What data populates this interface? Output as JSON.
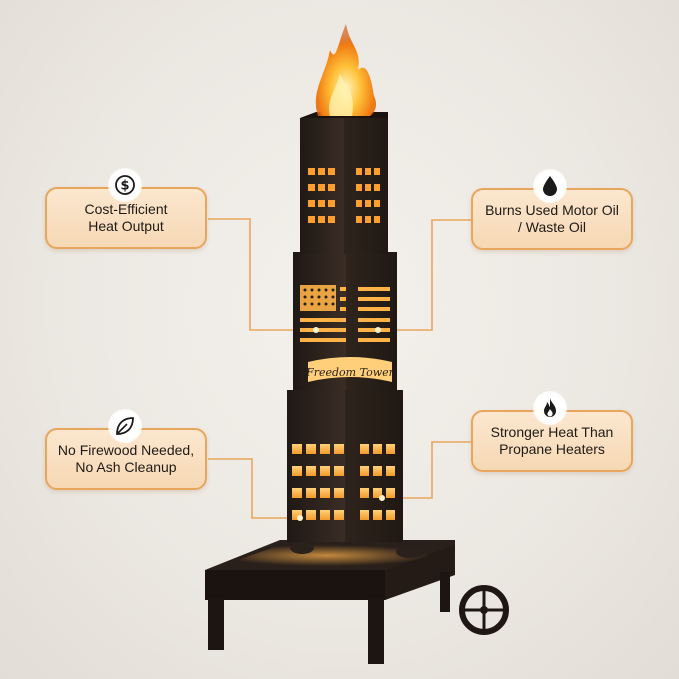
{
  "callouts": {
    "cost": {
      "label": "Cost-Efficient\nHeat Output",
      "icon": "dollar-icon"
    },
    "oil": {
      "label": "Burns Used Motor Oil\n/ Waste Oil",
      "icon": "oil-drop-icon"
    },
    "firewood": {
      "label": "No Firewood Needed,\nNo Ash Cleanup",
      "icon": "leaf-icon"
    },
    "heat": {
      "label": "Stronger Heat Than\nPropane Heaters",
      "icon": "flame-icon"
    }
  },
  "product": {
    "banner_text": "Freedom Tower"
  },
  "colors": {
    "accent": "#e8a65d",
    "callout_fill": "#f8ddbd",
    "metal": "#2b211c",
    "glow": "#ffb347"
  }
}
